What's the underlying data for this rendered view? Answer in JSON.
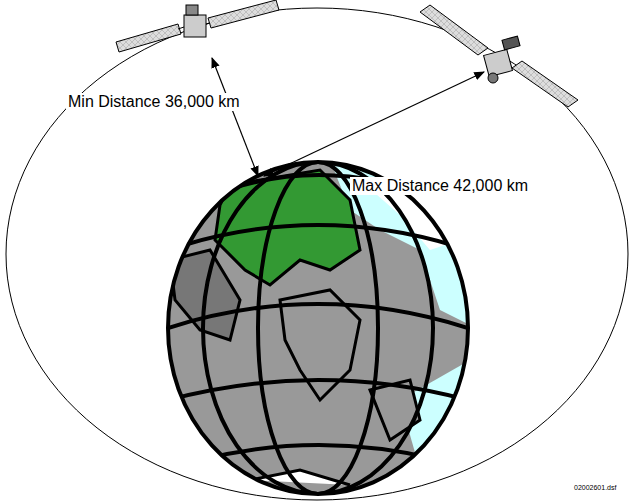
{
  "diagram": {
    "labels": [
      "Min Distance 36,000 km",
      "Max Distance 42,000 km",
      "02002601.dsf"
    ]
  }
}
